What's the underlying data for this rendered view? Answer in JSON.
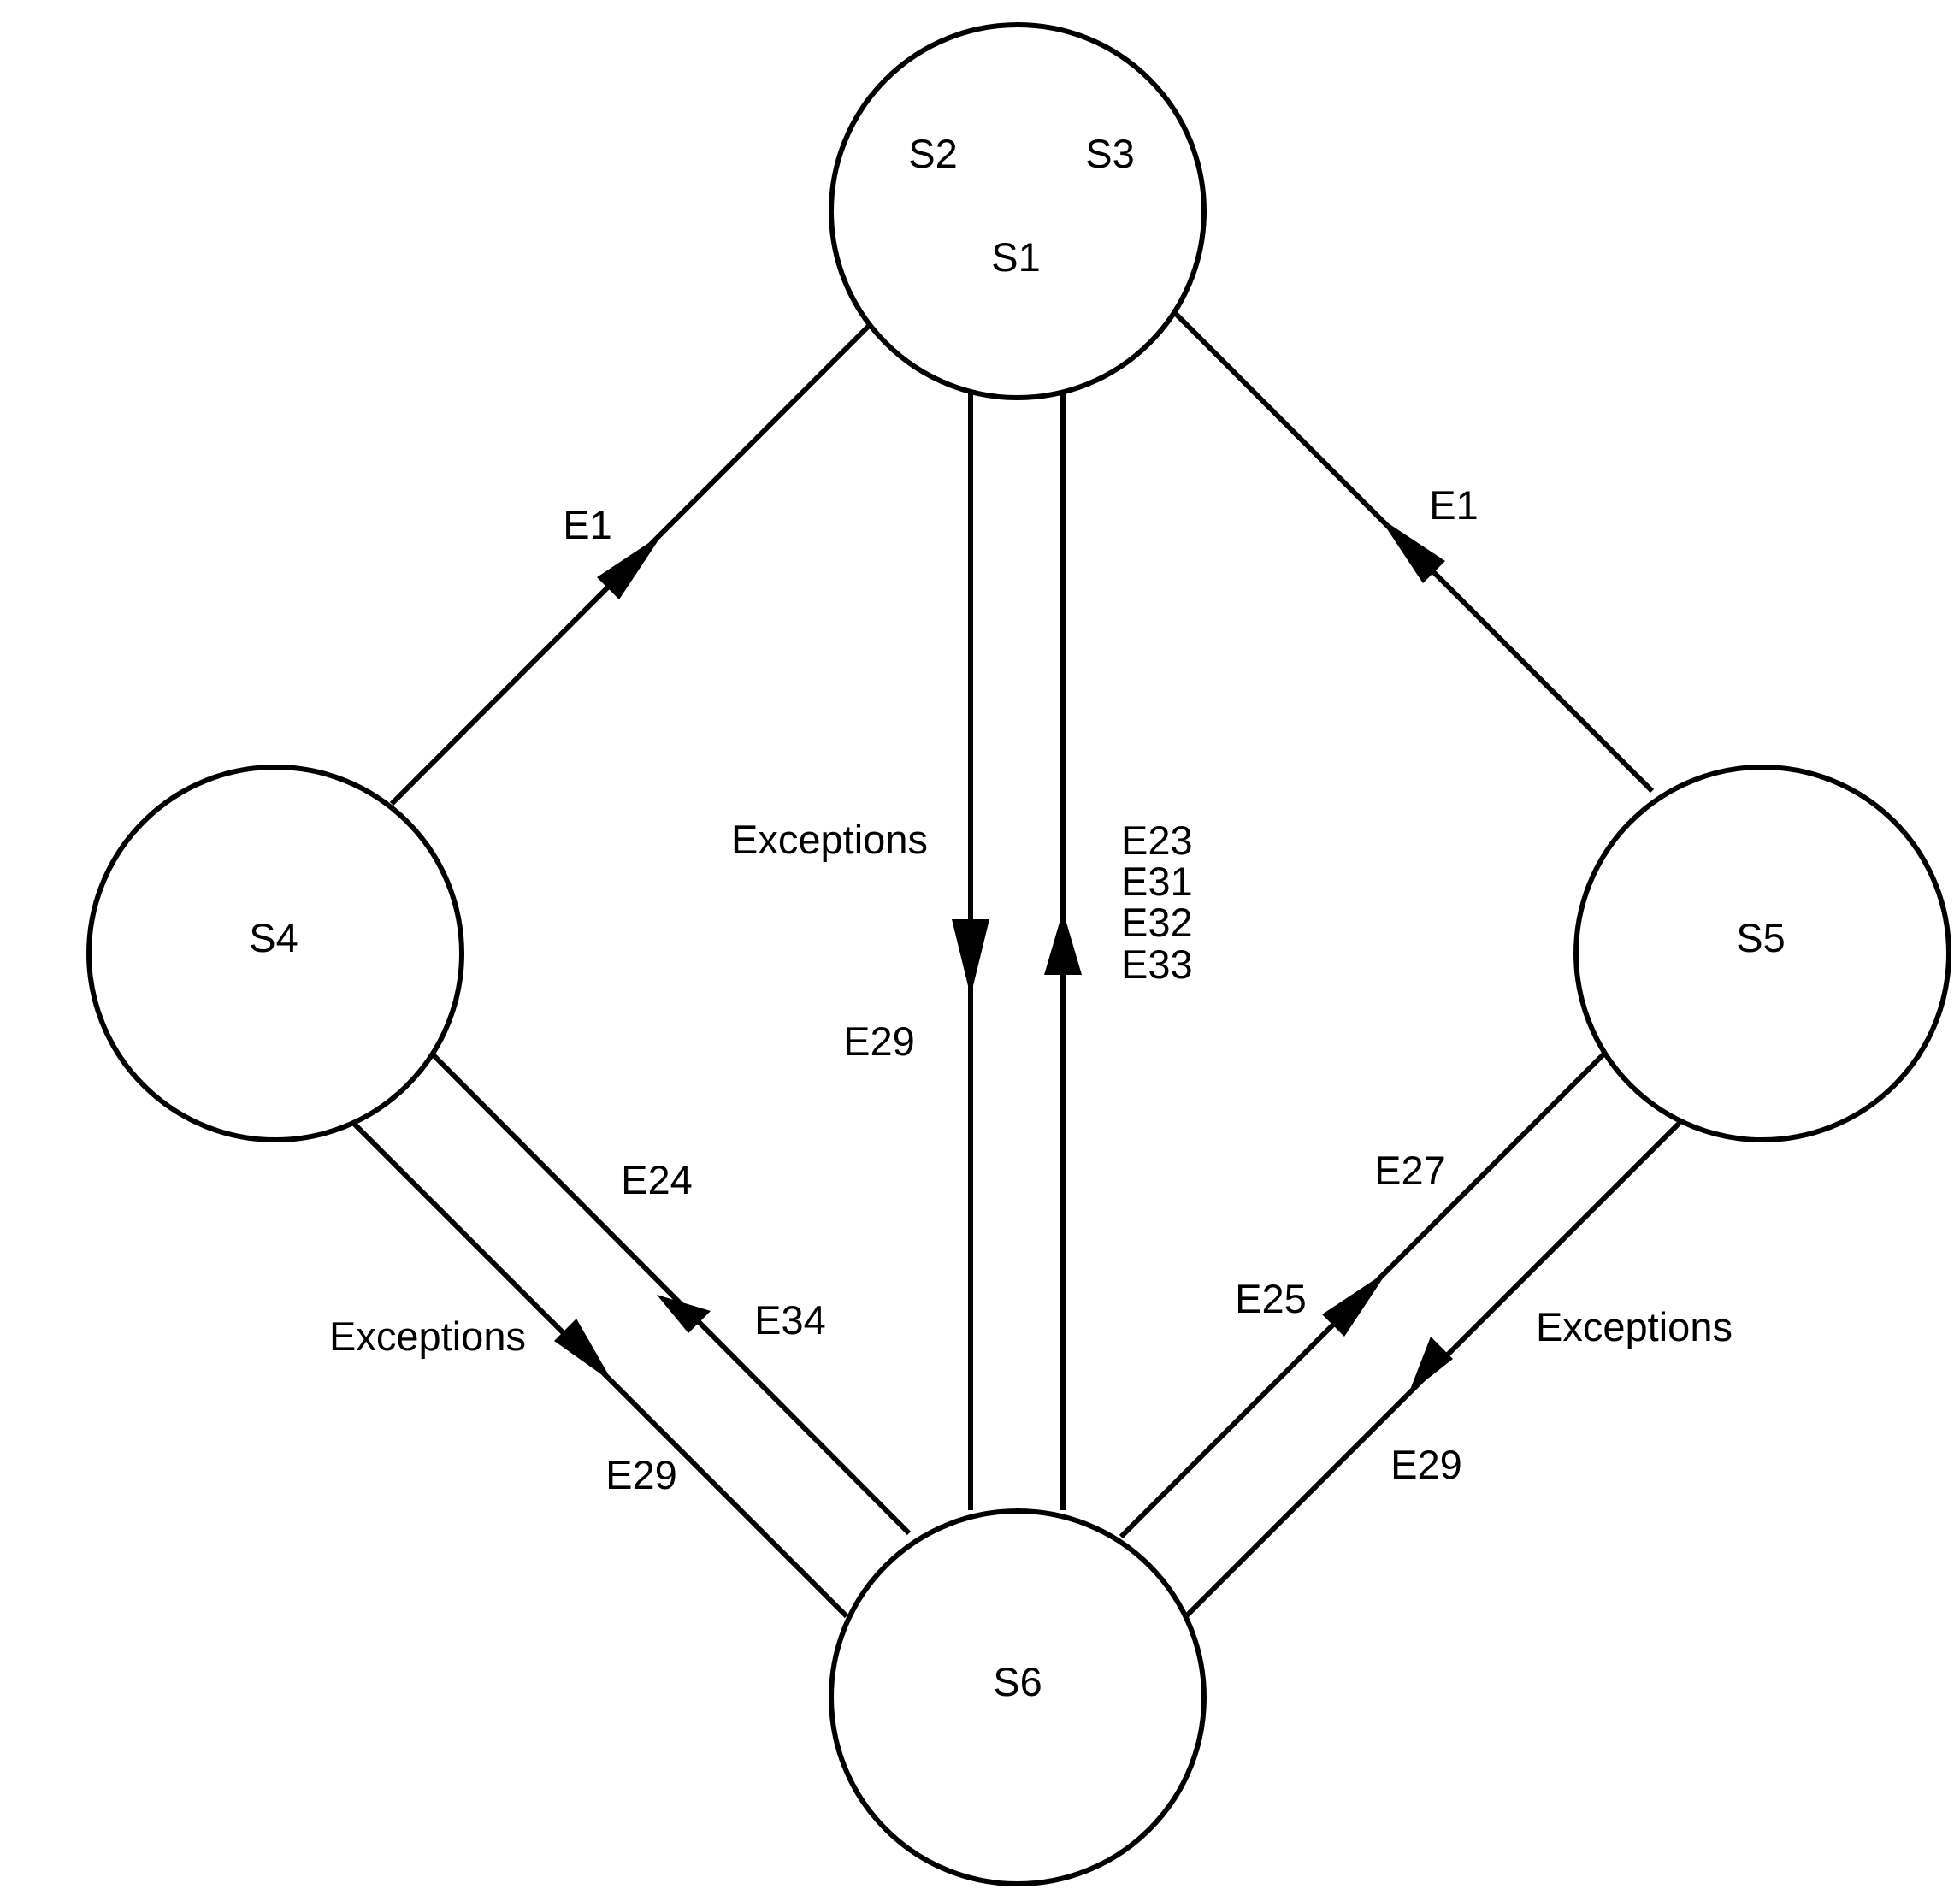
{
  "states": {
    "s1": "S1",
    "s2": "S2",
    "s3": "S3",
    "s4": "S4",
    "s5": "S5",
    "s6": "S6"
  },
  "edge_labels": {
    "s4_to_s1": "E1",
    "s5_to_s1": "E1",
    "s1_to_s6_exceptions": "Exceptions",
    "s1_to_s6_event": "E29",
    "s6_to_s1_events": [
      "E23",
      "E31",
      "E32",
      "E33"
    ],
    "s6_to_s4_upper": "E24",
    "s6_to_s4_lower": "E34",
    "s4_to_s6_exceptions": "Exceptions",
    "s4_to_s6_event": "E29",
    "s6_to_s5_upper": "E27",
    "s6_to_s5_lower": "E25",
    "s5_to_s6_exceptions": "Exceptions",
    "s5_to_s6_event": "E29"
  },
  "colors": {
    "stroke": "#000000",
    "background": "#ffffff"
  }
}
